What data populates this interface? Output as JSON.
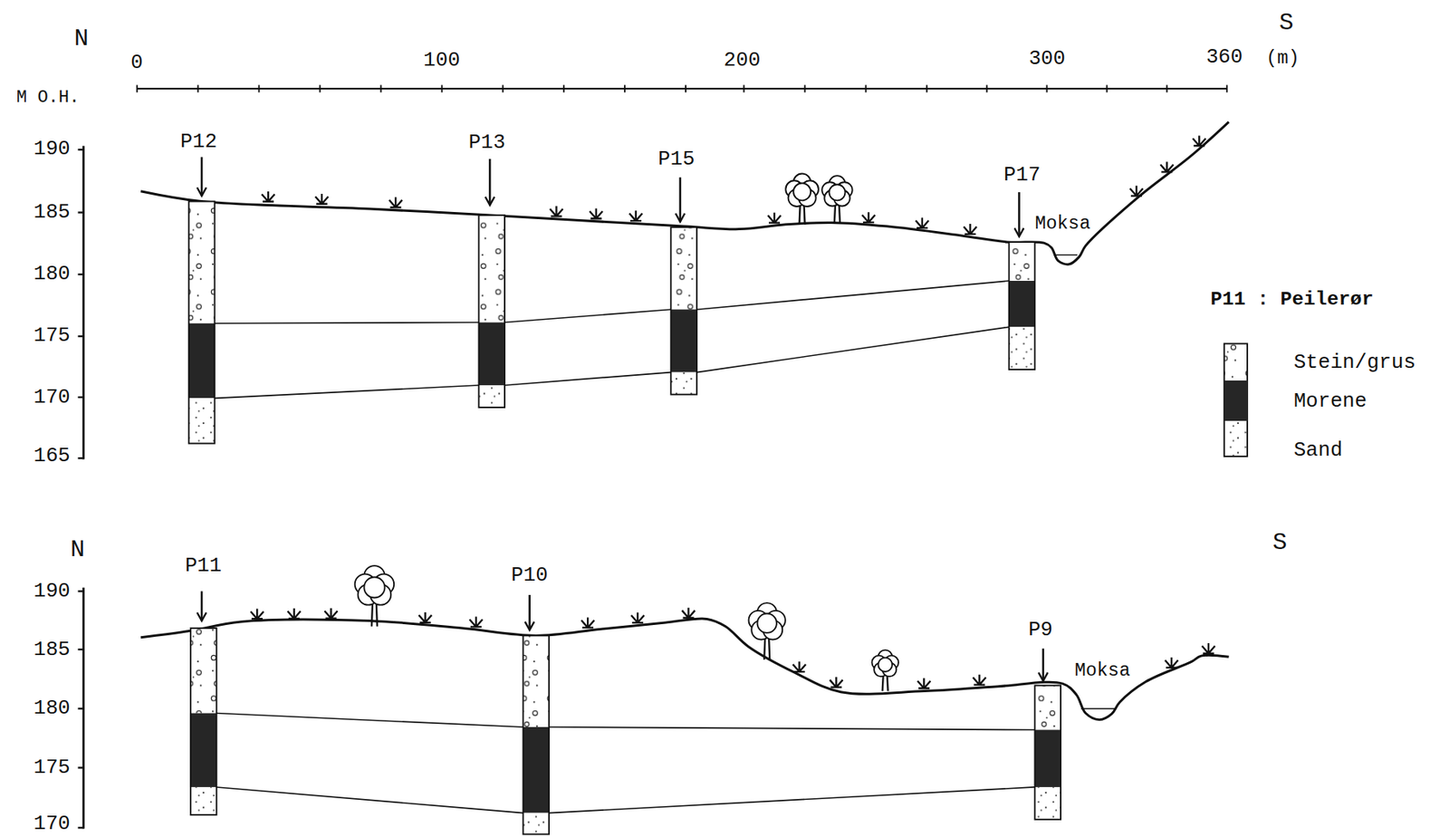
{
  "diagram": {
    "labels": [
      "N",
      "S",
      "0",
      "100",
      "200",
      "300",
      "360",
      "(m)",
      "M O.H.",
      "190",
      "185",
      "180",
      "175",
      "170",
      "165",
      "P12",
      "P13",
      "P15",
      "P17",
      "Moksa",
      "P11 : Peilerør",
      "N",
      "S",
      "190",
      "185",
      "180",
      "175",
      "170",
      "P11",
      "P10",
      "P9",
      "Moksa"
    ],
    "legend": [
      {
        "text": "Stein/grus"
      },
      {
        "text": "Morene",
        "color": "#262626"
      },
      {
        "text": "Sand"
      }
    ]
  }
}
